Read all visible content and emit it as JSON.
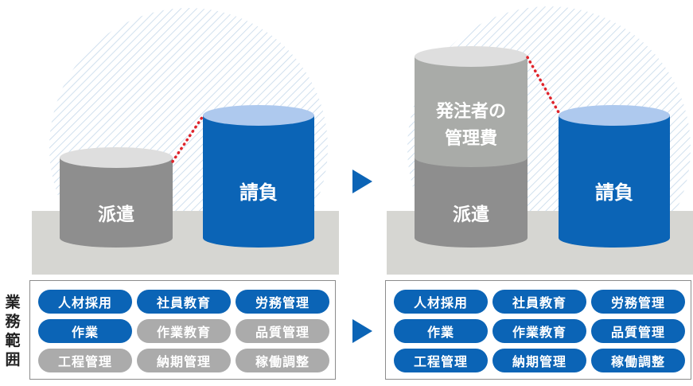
{
  "colors": {
    "blue": "#0b64b6",
    "blue_top": "#aec9ee",
    "grey_dark": "#8e8e8e",
    "grey_mid": "#a9aba8",
    "grey_top": "#dedede",
    "platform": "#d6d6d2",
    "dots": "#e0242b",
    "hatch": "#c5d8ea"
  },
  "left": {
    "haken_label": "派遣",
    "ukeoi_label": "請負"
  },
  "right": {
    "kanri_label_line1": "発注者の",
    "kanri_label_line2": "管理費",
    "haken_label": "派遣",
    "ukeoi_label": "請負"
  },
  "scope_label": [
    "業",
    "務",
    "範",
    "囲"
  ],
  "left_scope": [
    {
      "label": "人材採用",
      "active": true
    },
    {
      "label": "社員教育",
      "active": true
    },
    {
      "label": "労務管理",
      "active": true
    },
    {
      "label": "作業",
      "active": true
    },
    {
      "label": "作業教育",
      "active": false
    },
    {
      "label": "品質管理",
      "active": false
    },
    {
      "label": "工程管理",
      "active": false
    },
    {
      "label": "納期管理",
      "active": false
    },
    {
      "label": "稼働調整",
      "active": false
    }
  ],
  "right_scope": [
    {
      "label": "人材採用",
      "active": true
    },
    {
      "label": "社員教育",
      "active": true
    },
    {
      "label": "労務管理",
      "active": true
    },
    {
      "label": "作業",
      "active": true
    },
    {
      "label": "作業教育",
      "active": true
    },
    {
      "label": "品質管理",
      "active": true
    },
    {
      "label": "工程管理",
      "active": true
    },
    {
      "label": "納期管理",
      "active": true
    },
    {
      "label": "稼働調整",
      "active": true
    }
  ]
}
